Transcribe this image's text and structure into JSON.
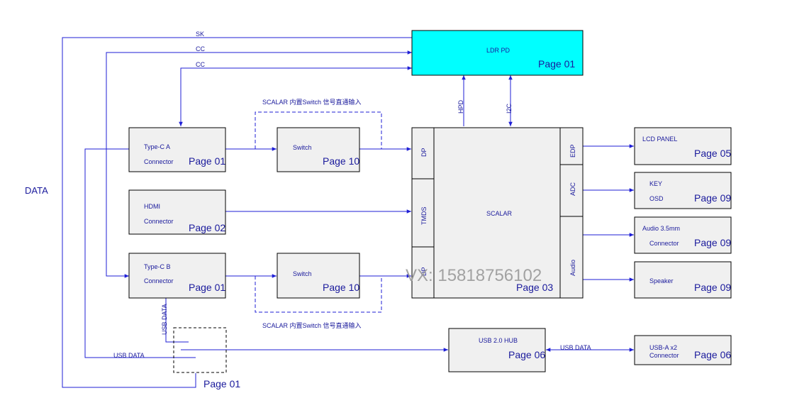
{
  "watermark": "VX:  15818756102",
  "left_label": "DATA",
  "signals": {
    "sk": "SK",
    "cc1": "CC",
    "cc2": "CC",
    "hpd": "HPD",
    "i2c": "I2C",
    "usb_data_left": "USB DATA",
    "usb_data_vertical": "USB DATA",
    "usb_data_right": "USB DATA"
  },
  "scalar_note_top": "SCALAR 内置Switch 信号直通输入",
  "scalar_note_bottom": "SCALAR 内置Switch 信号直通输入",
  "blocks": {
    "ldr": {
      "title": "LDR PD",
      "page": "Page 01"
    },
    "typec_a": {
      "line1": "Type-C A",
      "line2": "Connector",
      "page": "Page 01"
    },
    "hdmi": {
      "line1": "HDMI",
      "line2": "Connector",
      "page": "Page 02"
    },
    "typec_b": {
      "line1": "Type-C B",
      "line2": "Connector",
      "page": "Page 01"
    },
    "switch_top": {
      "title": "Switch",
      "page": "Page 10"
    },
    "switch_bottom": {
      "title": "Switch",
      "page": "Page 10"
    },
    "scalar": {
      "title": "SCALAR",
      "page": "Page 03",
      "port_dp_top": "DP",
      "port_tmds": "TMDS",
      "port_dp_bottom": "DP",
      "port_edp": "EDP",
      "port_adc": "ADC",
      "port_audio": "Audio"
    },
    "lcd": {
      "title": "LCD PANEL",
      "page": "Page 05"
    },
    "key": {
      "line1": "KEY",
      "line2": "OSD",
      "page": "Page 09"
    },
    "audio": {
      "line1": "Audio 3.5mm",
      "line2": "Connector",
      "page": "Page 09"
    },
    "speaker": {
      "title": "Speaker",
      "page": "Page 09"
    },
    "usb_hub": {
      "title": "USB 2.0 HUB",
      "page": "Page 06"
    },
    "usb_a": {
      "line1": "USB-A x2",
      "line2": "Connector",
      "page": "Page 06"
    },
    "mux_page": "Page 01"
  }
}
